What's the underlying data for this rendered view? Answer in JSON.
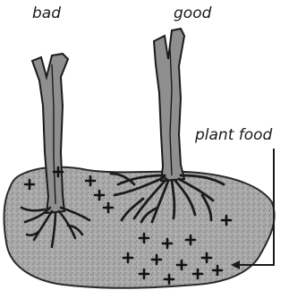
{
  "labels": {
    "bad": "bad",
    "good": "good",
    "plant_food": "plant food"
  },
  "colors": {
    "soil": "#a8a8a8",
    "soil_outline": "#2a2a2a",
    "stem": "#8f8f8f",
    "ink": "#1a1a1a"
  }
}
